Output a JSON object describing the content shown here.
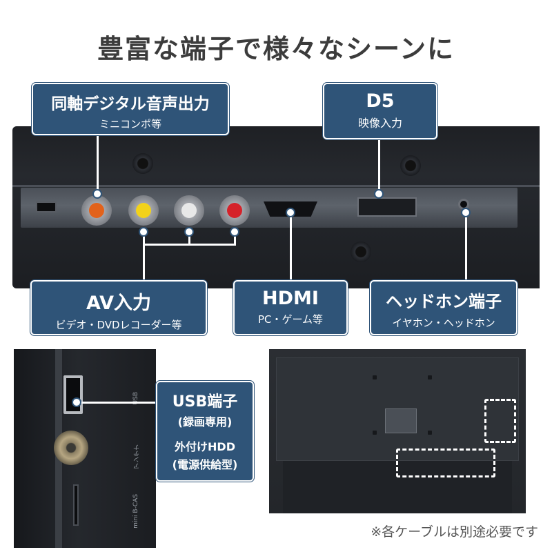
{
  "headline": "豊富な端子で様々なシーンに",
  "callouts": {
    "optical": {
      "title": "同軸デジタル音声出力",
      "sub": "ミニコンポ等"
    },
    "d5": {
      "title": "D5",
      "sub": "映像入力"
    },
    "av": {
      "title": "AV入力",
      "sub": "ビデオ・DVDレコーダー等"
    },
    "hdmi": {
      "title": "HDMI",
      "sub": "PC・ゲーム等"
    },
    "headphone": {
      "title": "ヘッドホン端子",
      "sub": "イヤホン・ヘッドホン"
    },
    "usb": {
      "line1": "USB端子",
      "line2": "(録画専用)",
      "line3": "外付けHDD",
      "line4": "(電源供給型)"
    }
  },
  "panel_labels": {
    "usb": "USB",
    "antenna": "アンテナ",
    "bcas": "mini B-CAS"
  },
  "footnote": "※各ケーブルは別途必要です",
  "colors": {
    "callout_bg": "#2f5478",
    "callout_border": "#ffffff",
    "rca_orange": "#e2621b",
    "rca_yellow": "#f2d21a",
    "rca_white": "#e8e8e8",
    "rca_red": "#d5222a"
  }
}
